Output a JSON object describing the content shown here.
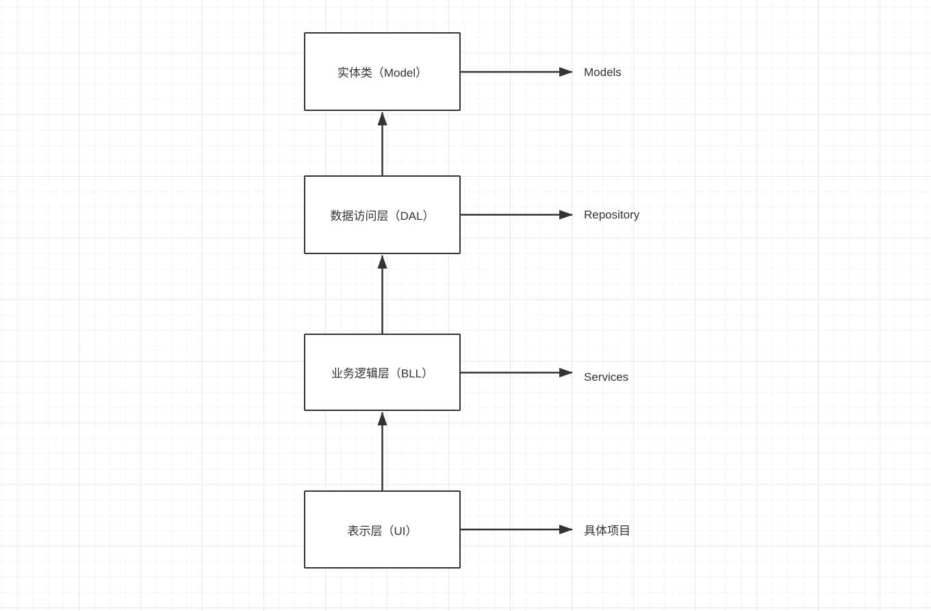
{
  "canvas": {
    "background_color": "#ffffff",
    "grid_minor_color": "#f4f4f4",
    "grid_major_color": "#e8e8e8"
  },
  "diagram": {
    "stroke_color": "#333333",
    "text_color": "#333333",
    "nodes": [
      {
        "label": "实体类（Model）",
        "annotation": "Models"
      },
      {
        "label": "数据访问层（DAL）",
        "annotation": "Repository"
      },
      {
        "label": "业务逻辑层（BLL）",
        "annotation": "Services"
      },
      {
        "label": "表示层（UI）",
        "annotation": "具体项目"
      }
    ]
  }
}
